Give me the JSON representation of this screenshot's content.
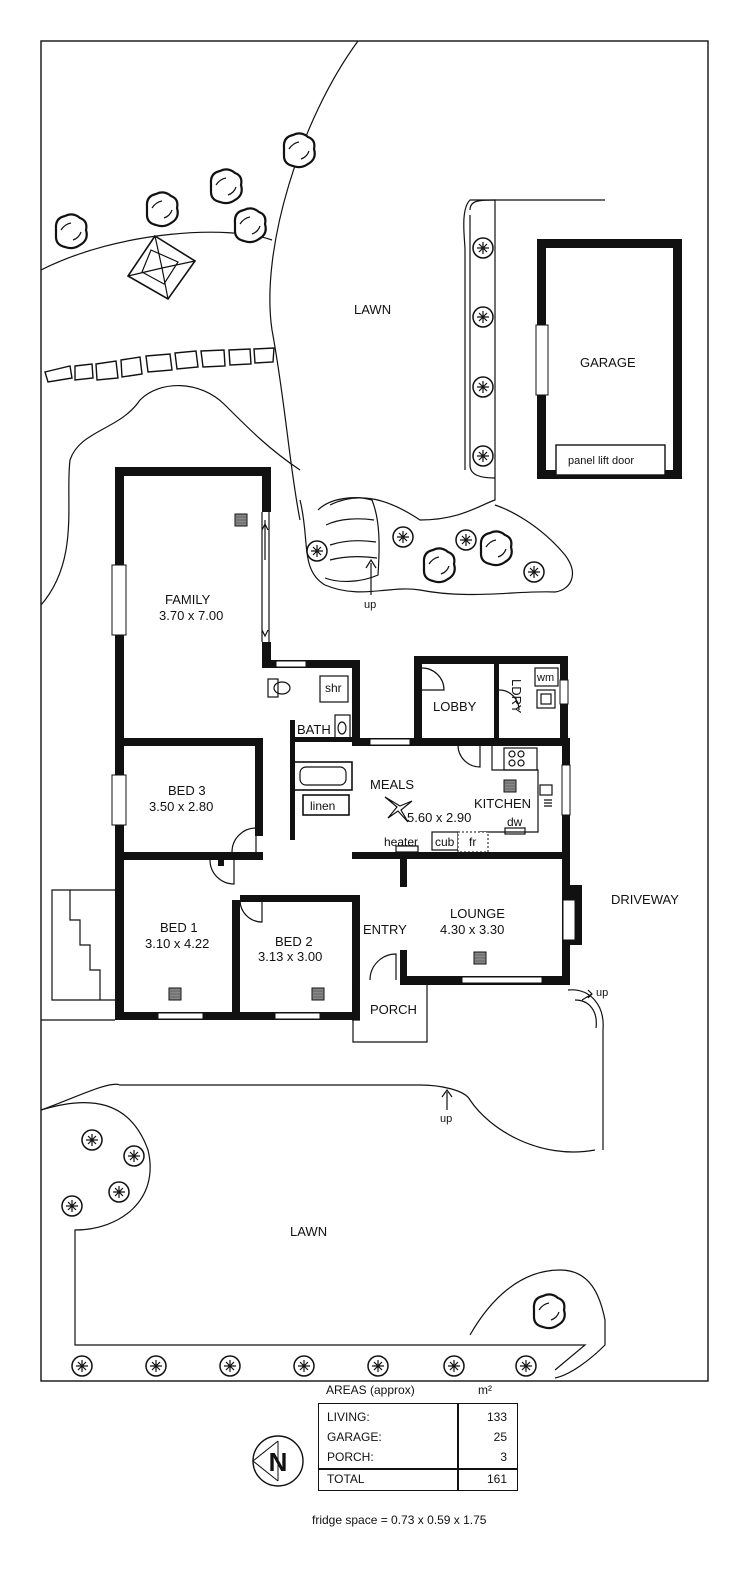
{
  "labels": {
    "lawn_top": "LAWN",
    "garage": "GARAGE",
    "panel_door": "panel lift door",
    "up_top": "up",
    "family": "FAMILY",
    "family_dim": "3.70 x 7.00",
    "shr": "shr",
    "bath": "BATH",
    "linen": "linen",
    "lobby": "LOBBY",
    "ldry": "LDRY",
    "wm": "wm",
    "bed3": "BED 3",
    "bed3_dim": "3.50 x 2.80",
    "meals": "MEALS",
    "meals_dim": "5.60 x 2.90",
    "kitchen": "KITCHEN",
    "dw": "dw",
    "heater": "heater",
    "cub": "cub",
    "fr": "fr",
    "driveway": "DRIVEWAY",
    "bed1": "BED 1",
    "bed1_dim": "3.10 x 4.22",
    "bed2": "BED 2",
    "bed2_dim": "3.13 x 3.00",
    "entry": "ENTRY",
    "lounge": "LOUNGE",
    "lounge_dim": "4.30 x 3.30",
    "porch": "PORCH",
    "up_porch": "up",
    "up_front": "up",
    "lawn_bottom": "LAWN"
  },
  "areas": {
    "header": "AREAS (approx)",
    "unit": "m²",
    "rows": [
      {
        "name": "LIVING:",
        "value": "133"
      },
      {
        "name": "GARAGE:",
        "value": "25"
      },
      {
        "name": "PORCH:",
        "value": "3"
      }
    ],
    "total": {
      "name": "TOTAL",
      "value": "161"
    }
  },
  "footnote": "fridge space = 0.73 x 0.59 x 1.75",
  "compass_letter": "N"
}
